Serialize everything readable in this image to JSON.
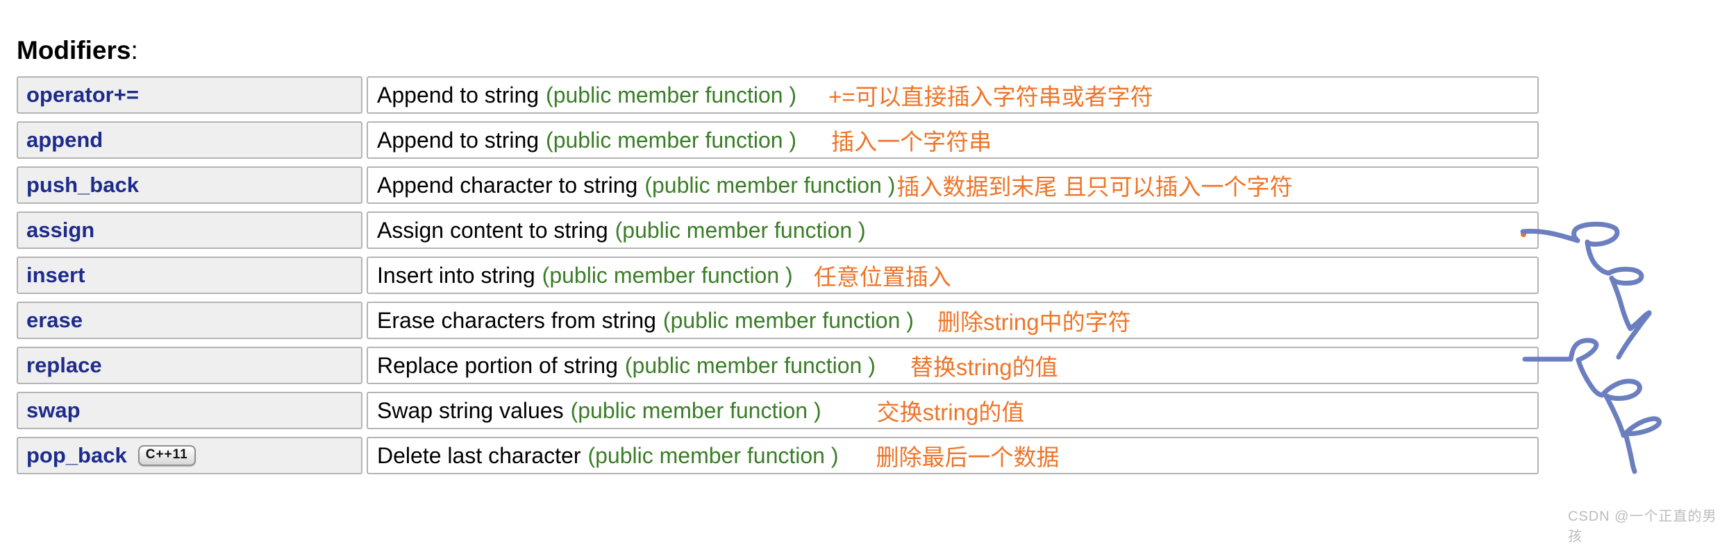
{
  "heading": {
    "text": "Modifiers",
    "colon": ":"
  },
  "table": {
    "rows": [
      {
        "name": "operator+=",
        "desc": "Append to string",
        "type": "(public member function )",
        "note": "+=可以直接插入字符串或者字符"
      },
      {
        "name": "append",
        "desc": "Append to string",
        "type": "(public member function )",
        "note": "插入一个字符串"
      },
      {
        "name": "push_back",
        "desc": "Append character to string",
        "type": "(public member function )",
        "note": "插入数据到末尾 且只可以插入一个字符"
      },
      {
        "name": "assign",
        "desc": "Assign content to string",
        "type": "(public member function )",
        "note": ""
      },
      {
        "name": "insert",
        "desc": "Insert into string",
        "type": "(public member function )",
        "note": "任意位置插入"
      },
      {
        "name": "erase",
        "desc": "Erase characters from string",
        "type": "(public member function )",
        "note": "删除string中的字符"
      },
      {
        "name": "replace",
        "desc": "Replace portion of string",
        "type": "(public member function )",
        "note": "替换string的值"
      },
      {
        "name": "swap",
        "desc": "Swap string values",
        "type": "(public member function )",
        "note": "交换string的值"
      },
      {
        "name": "pop_back",
        "badge": "C++11",
        "desc": "Delete last character",
        "type": "(public member function )",
        "note": "删除最后一个数据"
      }
    ]
  },
  "watermark": "CSDN @一个正直的男孩",
  "annotations": {
    "scribble_description": "blue handwritten coil scribbles right of table",
    "scribble_count": 2
  },
  "colors": {
    "navy": "#1d2b8a",
    "green": "#3a7d27",
    "orange": "#ee7528",
    "scribble": "#6b7fc0",
    "border": "#b4b4b4",
    "cellbg": "#efefef",
    "watermark": "#bcbcbc"
  }
}
